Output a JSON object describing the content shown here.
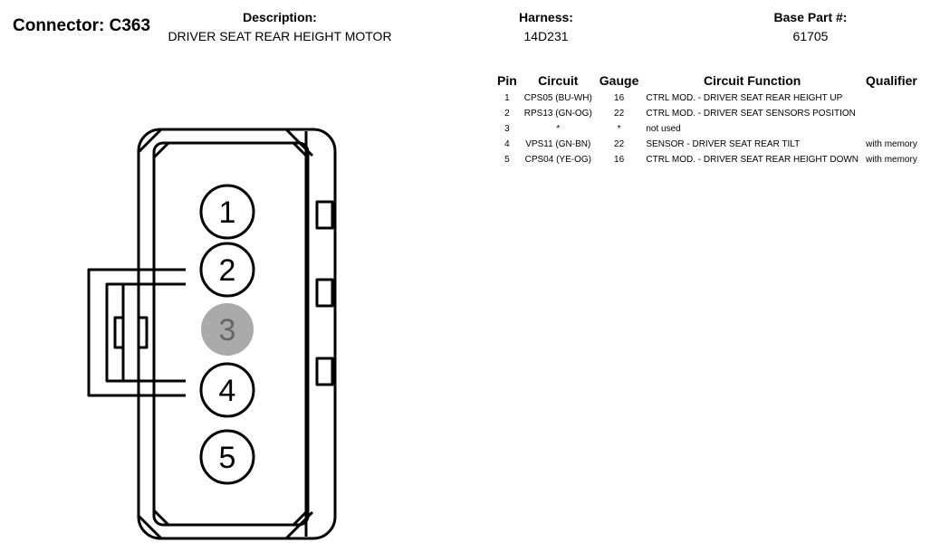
{
  "header": {
    "connector_title": "Connector: C363",
    "description_label": "Description:",
    "description_value": "DRIVER SEAT REAR HEIGHT MOTOR",
    "harness_label": "Harness:",
    "harness_value": "14D231",
    "base_part_label": "Base Part #:",
    "base_part_value": "61705"
  },
  "table": {
    "columns": [
      "Pin",
      "Circuit",
      "Gauge",
      "Circuit Function",
      "Qualifier"
    ],
    "rows": [
      {
        "pin": "1",
        "circuit": "CPS05 (BU-WH)",
        "gauge": "16",
        "function": "CTRL MOD. - DRIVER SEAT REAR HEIGHT UP",
        "qualifier": ""
      },
      {
        "pin": "2",
        "circuit": "RPS13 (GN-OG)",
        "gauge": "22",
        "function": "CTRL MOD. - DRIVER SEAT SENSORS POSITION",
        "qualifier": ""
      },
      {
        "pin": "3",
        "circuit": "*",
        "gauge": "*",
        "function": "not used",
        "qualifier": ""
      },
      {
        "pin": "4",
        "circuit": "VPS11 (GN-BN)",
        "gauge": "22",
        "function": "SENSOR - DRIVER SEAT REAR TILT",
        "qualifier": "with memory"
      },
      {
        "pin": "5",
        "circuit": "CPS04 (YE-OG)",
        "gauge": "16",
        "function": "CTRL MOD. - DRIVER SEAT REAR HEIGHT DOWN",
        "qualifier": "with memory"
      }
    ]
  },
  "diagram": {
    "pins": [
      {
        "label": "1",
        "used": true
      },
      {
        "label": "2",
        "used": true
      },
      {
        "label": "3",
        "used": false
      },
      {
        "label": "4",
        "used": true
      },
      {
        "label": "5",
        "used": true
      }
    ],
    "colors": {
      "outline": "#000000",
      "unused_pin_fill": "#aaaaaa",
      "unused_pin_text": "#666666"
    }
  }
}
